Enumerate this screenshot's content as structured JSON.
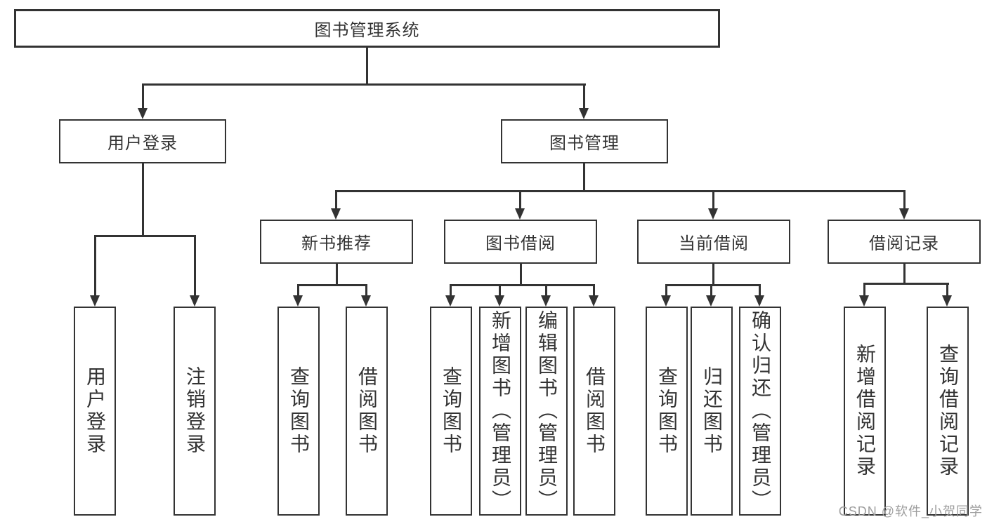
{
  "tree": {
    "label": "图书管理系统",
    "children": [
      {
        "label": "用户登录",
        "children": [
          {
            "label": "用户登录"
          },
          {
            "label": "注销登录"
          }
        ]
      },
      {
        "label": "图书管理",
        "children": [
          {
            "label": "新书推荐",
            "children": [
              {
                "label": "查询图书"
              },
              {
                "label": "借阅图书"
              }
            ]
          },
          {
            "label": "图书借阅",
            "children": [
              {
                "label": "查询图书"
              },
              {
                "label": "新增图书（管理员）"
              },
              {
                "label": "编辑图书（管理员）"
              },
              {
                "label": "借阅图书"
              }
            ]
          },
          {
            "label": "当前借阅",
            "children": [
              {
                "label": "查询图书"
              },
              {
                "label": "归还图书"
              },
              {
                "label": "确认归还（管理员）"
              }
            ]
          },
          {
            "label": "借阅记录",
            "children": [
              {
                "label": "新增借阅记录"
              },
              {
                "label": "查询借阅记录"
              }
            ]
          }
        ]
      }
    ]
  },
  "watermark": {
    "text": "CSDN @软件_小贺同学"
  },
  "colors": {
    "line": "#333333",
    "box_border": "#333333",
    "text": "#333333",
    "background": "#ffffff",
    "watermark": "#9e9e9e"
  }
}
